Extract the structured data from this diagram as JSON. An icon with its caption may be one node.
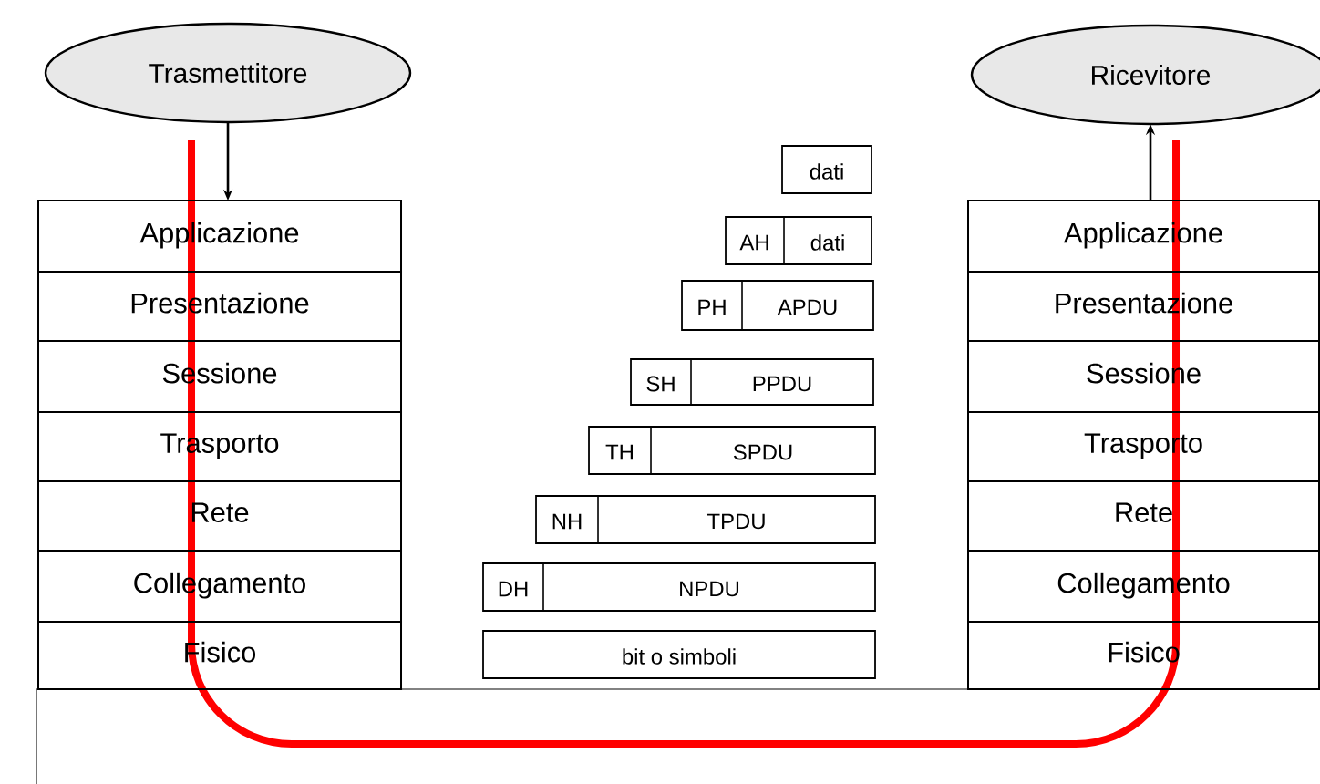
{
  "diagram": {
    "nodes": [
      {
        "text": [
          "Trasmettitore"
        ]
      },
      {
        "text": [
          "Ricevitore"
        ]
      },
      {
        "text": [
          "Applicazione"
        ]
      },
      {
        "text": [
          "Presentazione"
        ]
      },
      {
        "text": [
          "Sessione"
        ]
      },
      {
        "text": [
          "Trasporto"
        ]
      },
      {
        "text": [
          "Rete"
        ]
      },
      {
        "text": [
          "Collegamento"
        ]
      },
      {
        "text": [
          "Fisico"
        ]
      },
      {
        "text": [
          "Applicazione"
        ]
      },
      {
        "text": [
          "Presentazione"
        ]
      },
      {
        "text": [
          "Sessione"
        ]
      },
      {
        "text": [
          "Trasporto"
        ]
      },
      {
        "text": [
          "Rete"
        ]
      },
      {
        "text": [
          "Collegamento"
        ]
      },
      {
        "text": [
          "Fisico"
        ]
      },
      {
        "text": [
          "dati"
        ]
      },
      {
        "text": [
          "AH",
          "dati"
        ]
      },
      {
        "text": [
          "PH",
          "APDU"
        ]
      },
      {
        "text": [
          "SH",
          "PPDU"
        ]
      },
      {
        "text": [
          "TH",
          "SPDU"
        ]
      },
      {
        "text": [
          "NH",
          "TPDU"
        ]
      },
      {
        "text": [
          "DH",
          "NPDU"
        ]
      },
      {
        "text": [
          "bit o simboli"
        ]
      }
    ],
    "edges": [
      {
        "from": 0,
        "to": 2,
        "arrow": "to"
      },
      {
        "from": 9,
        "to": 1,
        "arrow": "to"
      }
    ]
  }
}
